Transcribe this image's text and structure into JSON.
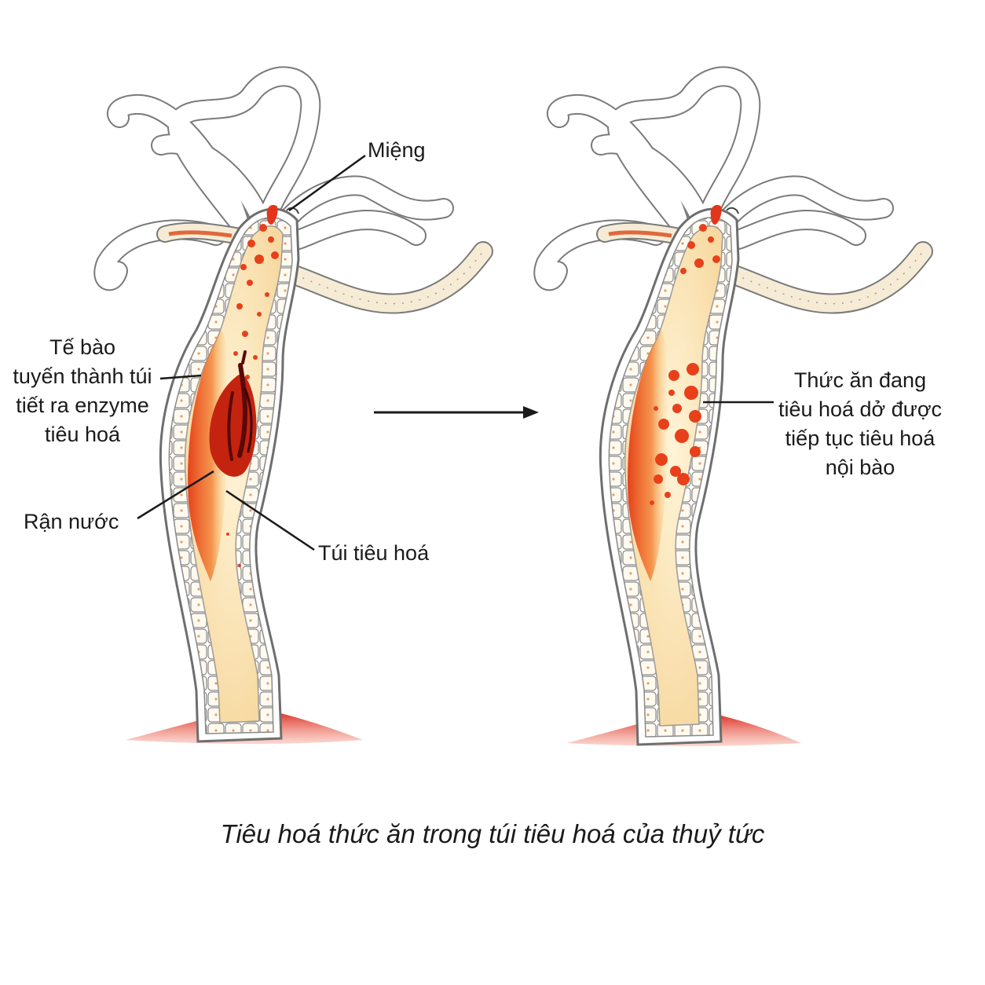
{
  "labels": {
    "mouth": "Miệng",
    "gland_cells": [
      "Tế bào",
      "tuyến thành túi",
      "tiết ra enzyme",
      "tiêu hoá"
    ],
    "daphnia": "Rận nước",
    "gastric_cavity": "Túi tiêu hoá",
    "partially_digested_food": [
      "Thức ăn đang",
      "tiêu hoá dở được",
      "tiếp tục tiêu hoá",
      "nội bào"
    ]
  },
  "caption": "Tiêu hoá thức ăn trong túi tiêu hoá của thuỷ tức",
  "colors": {
    "body_fill": "#fdf3dc",
    "cavity_fill": "#fbe6b8",
    "outline": "#6e6e6e",
    "food_red": "#e8401a",
    "food_dark": "#8a0f0f",
    "substrate": "#e03a2a"
  }
}
